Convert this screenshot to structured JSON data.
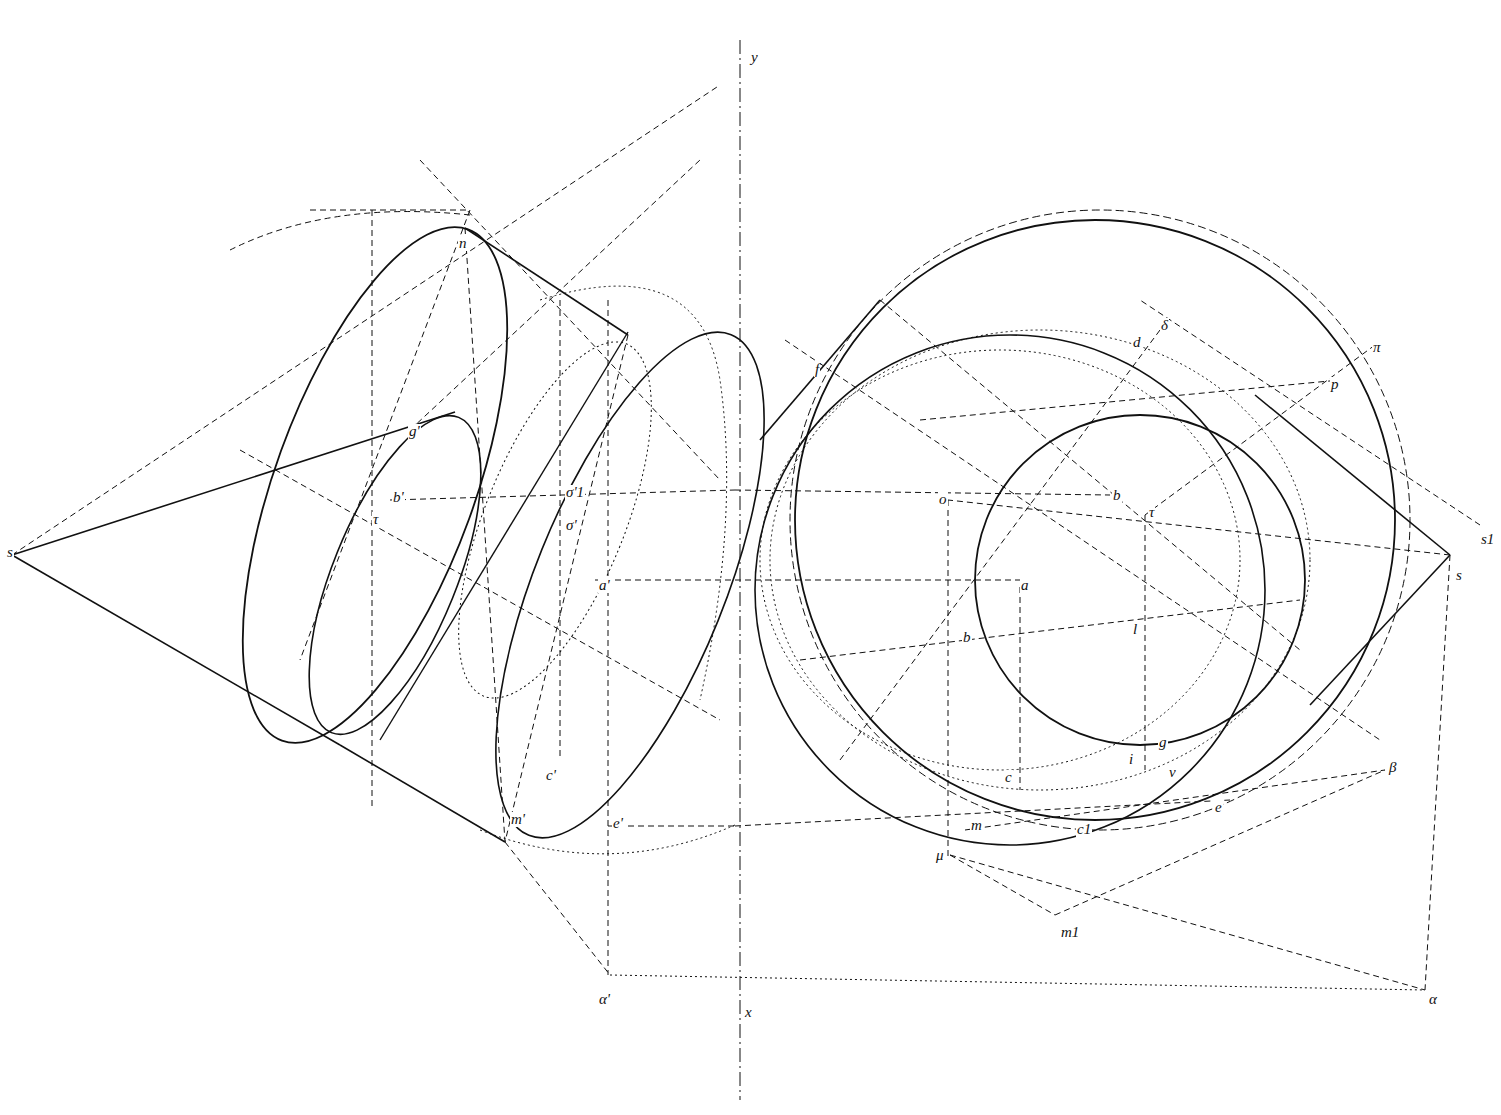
{
  "diagram": {
    "labels": [
      "s",
      "τ",
      "b'",
      "g'",
      "n",
      "σ'1",
      "σ'",
      "a'",
      "c'",
      "e'",
      "m'",
      "α'",
      "y",
      "x",
      "f",
      "d",
      "δ",
      "π",
      "p",
      "b",
      "τ",
      "o",
      "s",
      "s1",
      "a",
      "b",
      "l",
      "β",
      "g",
      "i",
      "v",
      "e",
      "c",
      "c1",
      "m",
      "μ",
      "m1",
      "α"
    ]
  }
}
